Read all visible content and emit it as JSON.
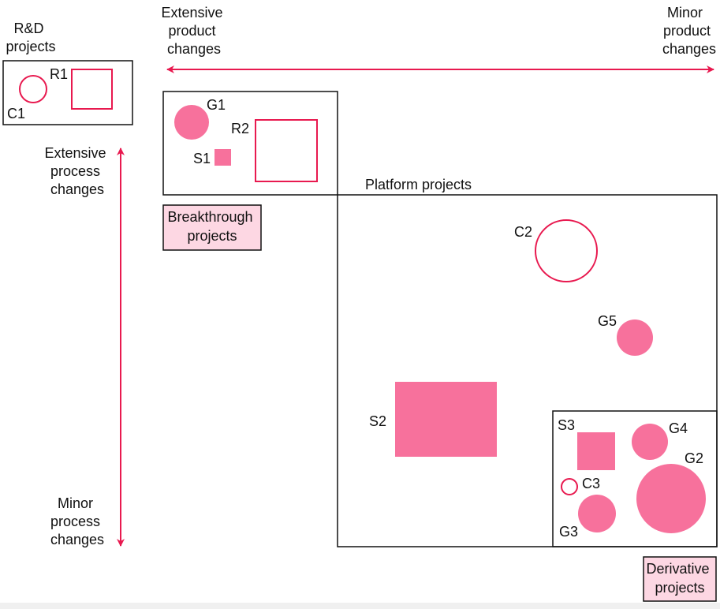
{
  "colors": {
    "accent": "#e8194f",
    "fill": "#f7719c",
    "label_box": "#fdd7e3",
    "ink": "#111111"
  },
  "headings": {
    "rd": [
      "R&D",
      "projects"
    ],
    "extensive_product": [
      "Extensive",
      "product",
      "changes"
    ],
    "minor_product": [
      "Minor",
      "product",
      "changes"
    ],
    "extensive_process": [
      "Extensive",
      "process",
      "changes"
    ],
    "minor_process": [
      "Minor",
      "process",
      "changes"
    ]
  },
  "regions": {
    "platform": "Platform projects",
    "breakthrough": [
      "Breakthrough",
      "projects"
    ],
    "derivative": [
      "Derivative",
      "projects"
    ]
  },
  "items": {
    "c1": "C1",
    "r1": "R1",
    "g1": "G1",
    "r2": "R2",
    "s1": "S1",
    "c2": "C2",
    "g5": "G5",
    "s2": "S2",
    "s3": "S3",
    "g4": "G4",
    "g2": "G2",
    "c3": "C3",
    "g3": "G3"
  }
}
